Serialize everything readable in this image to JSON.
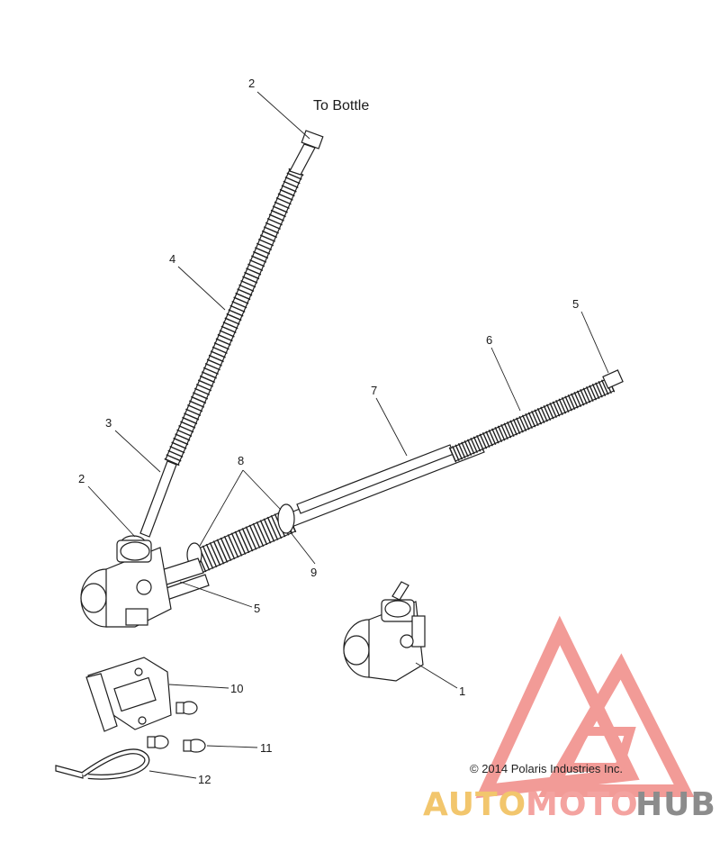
{
  "diagram": {
    "annotation": "To Bottle",
    "callouts": {
      "c2_top": "2",
      "c4": "4",
      "c3": "3",
      "c2_left": "2",
      "c8": "8",
      "c7": "7",
      "c6": "6",
      "c5_top": "5",
      "c9": "9",
      "c5_mid": "5",
      "c1": "1",
      "c10": "10",
      "c11": "11",
      "c12": "12"
    },
    "copyright": "© 2014 Polaris Industries Inc."
  },
  "watermark": {
    "word_a": "AUTO",
    "word_b": "MOTO",
    "word_c": "HUB",
    "color_a": "#f2c66d",
    "color_b": "#f4a3a0",
    "color_c": "#8c8c8c",
    "logo_color": "#f08a86"
  }
}
